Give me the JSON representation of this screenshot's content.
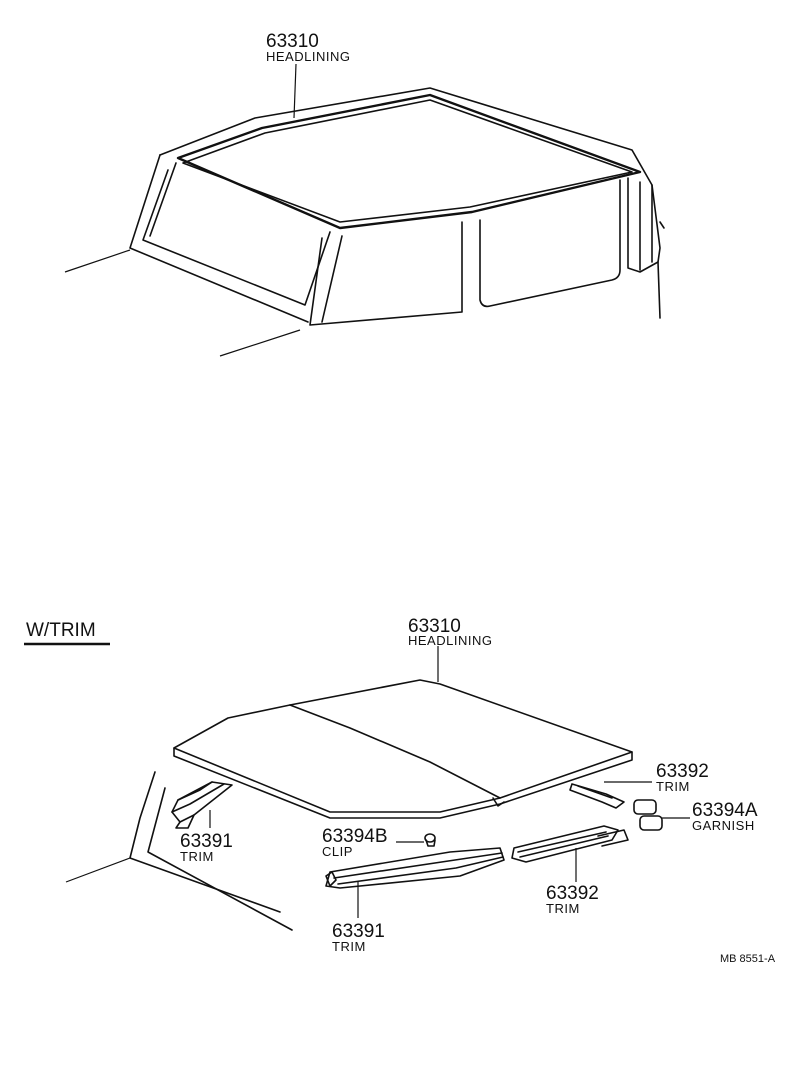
{
  "top_section": {
    "headlining": {
      "part_no": "63310",
      "name": "HEADLINING"
    }
  },
  "bottom_section": {
    "title": "W/TRIM",
    "headlining": {
      "part_no": "63310",
      "name": "HEADLINING"
    },
    "trim_right_rear": {
      "part_no": "63392",
      "name": "TRIM"
    },
    "garnish": {
      "part_no": "63394A",
      "name": "GARNISH"
    },
    "trim_left_rear": {
      "part_no": "63391",
      "name": "TRIM"
    },
    "clip": {
      "part_no": "63394B",
      "name": "CLIP"
    },
    "trim_right_side": {
      "part_no": "63392",
      "name": "TRIM"
    },
    "trim_left_side": {
      "part_no": "63391",
      "name": "TRIM"
    }
  },
  "diagram_code": "MB  8551-A"
}
